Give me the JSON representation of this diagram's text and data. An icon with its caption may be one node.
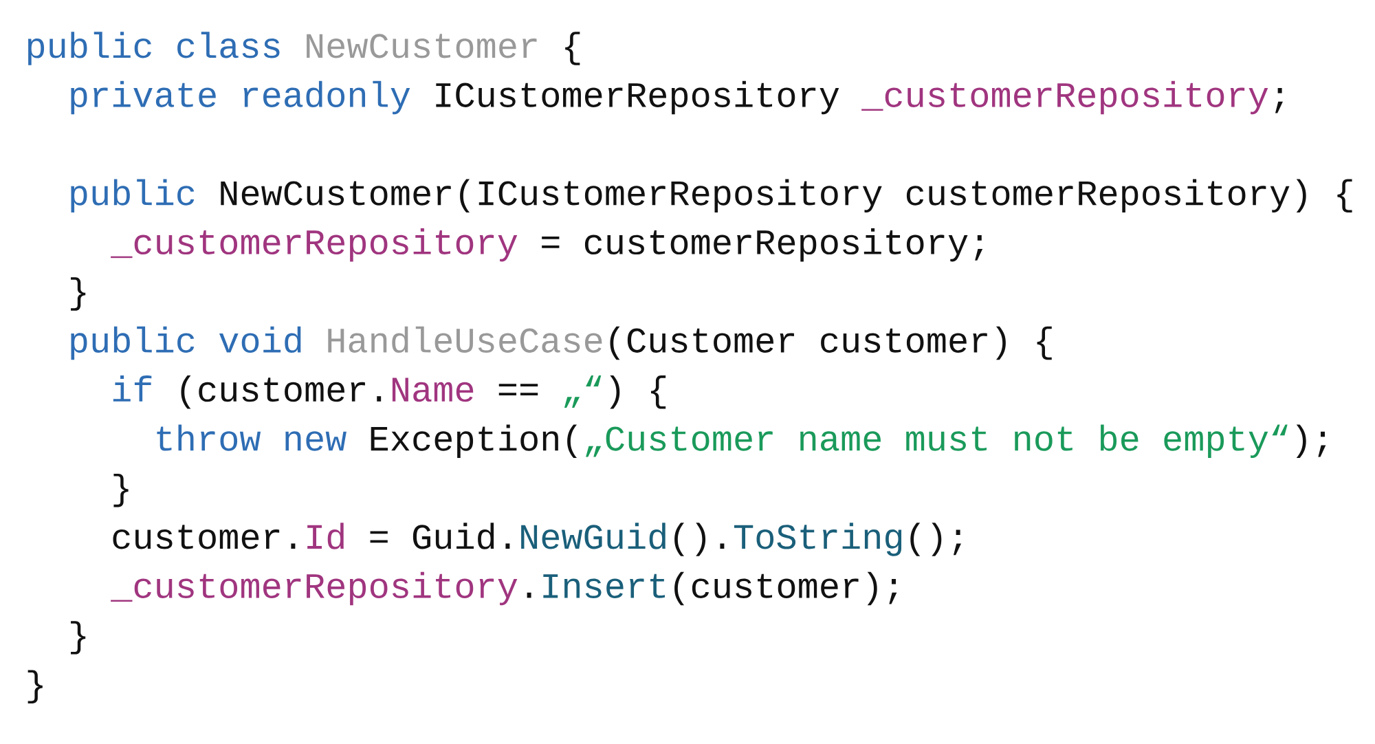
{
  "diagram": {
    "labels": [
      "public class",
      "NewCustomer",
      "{",
      "private readonly",
      "ICustomerRepository",
      "_customerRepository",
      ";",
      "public",
      "NewCustomer(ICustomerRepository customerRepository) {",
      "_customerRepository",
      "= customerRepository;",
      "}",
      "public void",
      "HandleUseCase",
      "(Customer customer) {",
      "if",
      "(customer.",
      "Name",
      "==",
      "„“",
      ") {",
      "throw new",
      "Exception(",
      "„Customer name must not be empty“",
      ");",
      "}",
      "customer.",
      "Id",
      "= Guid.",
      "NewGuid",
      "().",
      "ToString",
      "();",
      "_customerRepository",
      ".",
      "Insert",
      "(customer);",
      "}",
      "}"
    ]
  }
}
